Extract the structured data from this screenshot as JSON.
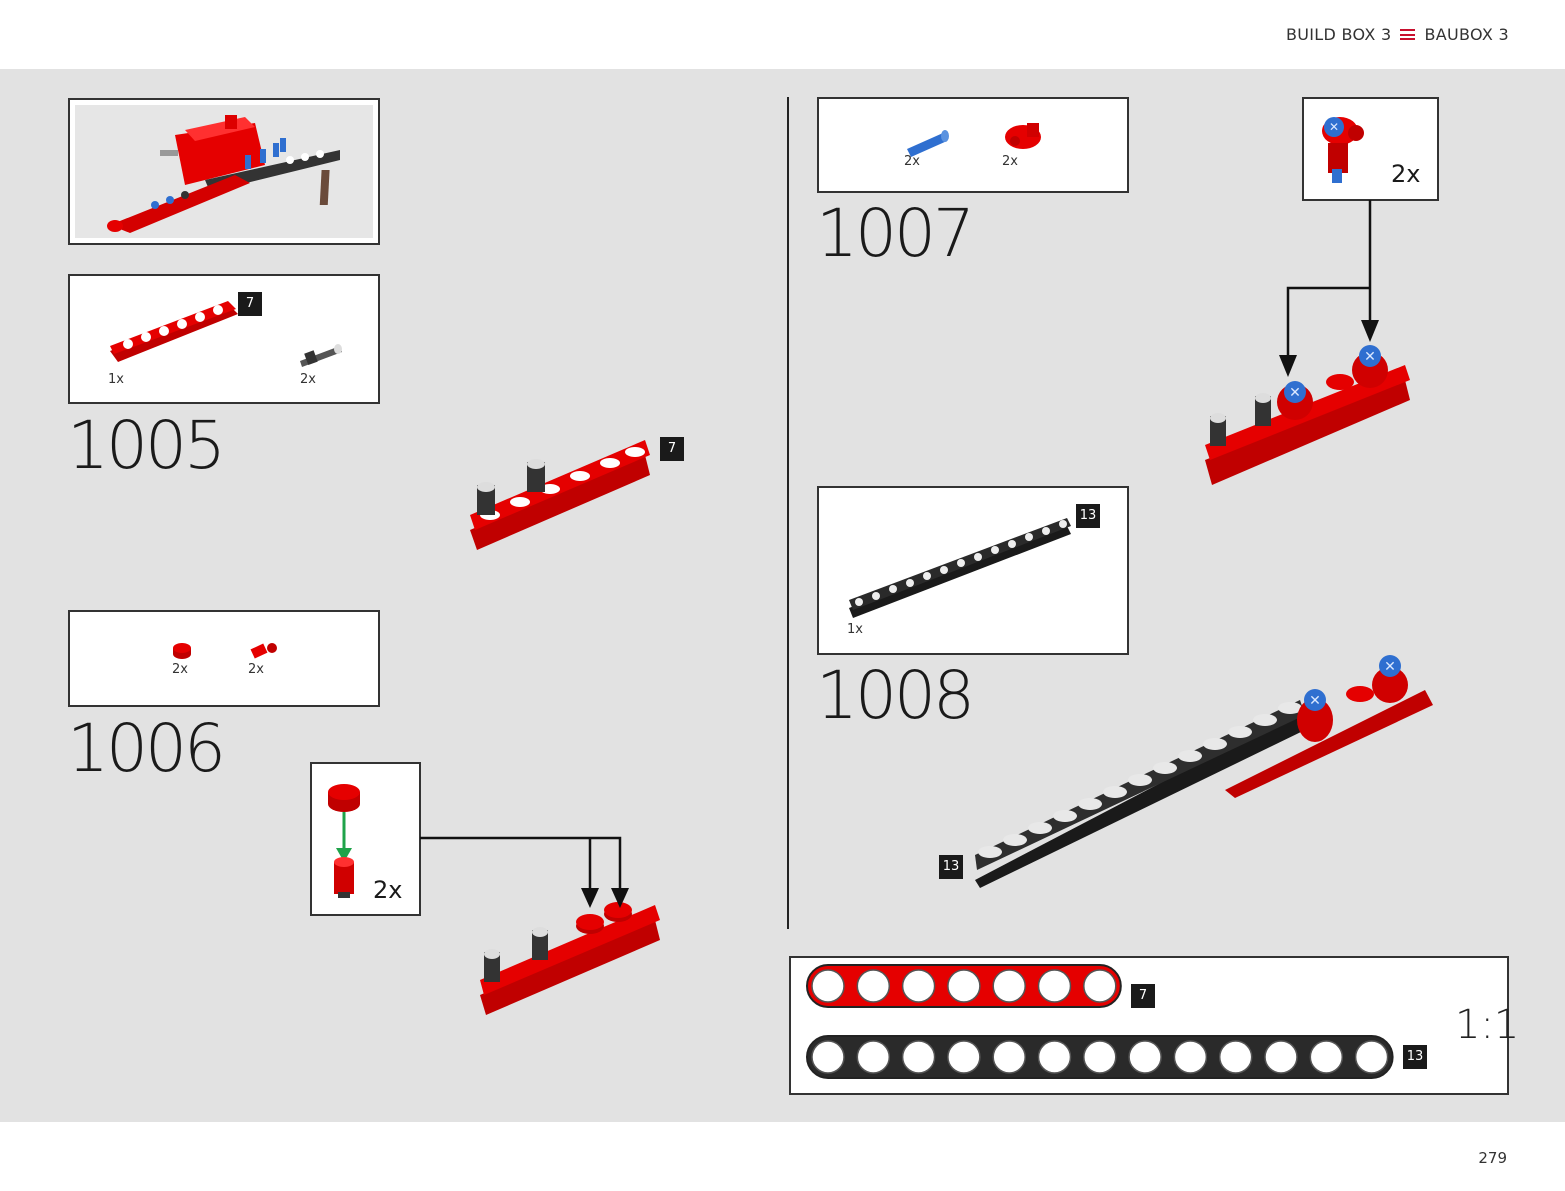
{
  "header": {
    "title_left": "BUILD BOX 3",
    "title_right": "BAUBOX 3",
    "separator_icon": "hamburger-icon"
  },
  "colors": {
    "accent": "#c8102e",
    "part_red": "#e50000",
    "part_black": "#2a2a2a",
    "part_blue": "#2f6fd0",
    "arrow": "#111111",
    "arrow_green": "#1fa34a",
    "background": "#e2e2e2"
  },
  "steps": [
    {
      "number": "1005",
      "parts": [
        {
          "name": "red 7-hole beam",
          "qty": "1x",
          "length_badge": "7"
        },
        {
          "name": "black friction pin",
          "qty": "2x"
        }
      ],
      "result_badge": "7"
    },
    {
      "number": "1006",
      "parts": [
        {
          "name": "red round plate",
          "qty": "2x"
        },
        {
          "name": "red connector",
          "qty": "2x"
        }
      ],
      "subassembly_qty": "2x"
    },
    {
      "number": "1007",
      "parts": [
        {
          "name": "blue axle pin",
          "qty": "2x"
        },
        {
          "name": "red pin connector",
          "qty": "2x"
        }
      ],
      "subassembly_qty": "2x"
    },
    {
      "number": "1008",
      "parts": [
        {
          "name": "black 13-hole beam",
          "qty": "1x",
          "length_badge": "13"
        }
      ],
      "result_badge": "13"
    }
  ],
  "scale_reference": {
    "label": "1:1",
    "beams": [
      {
        "holes": 7,
        "badge": "7",
        "color": "red"
      },
      {
        "holes": 13,
        "badge": "13",
        "color": "black"
      }
    ]
  },
  "footer": {
    "page_number": "279"
  }
}
